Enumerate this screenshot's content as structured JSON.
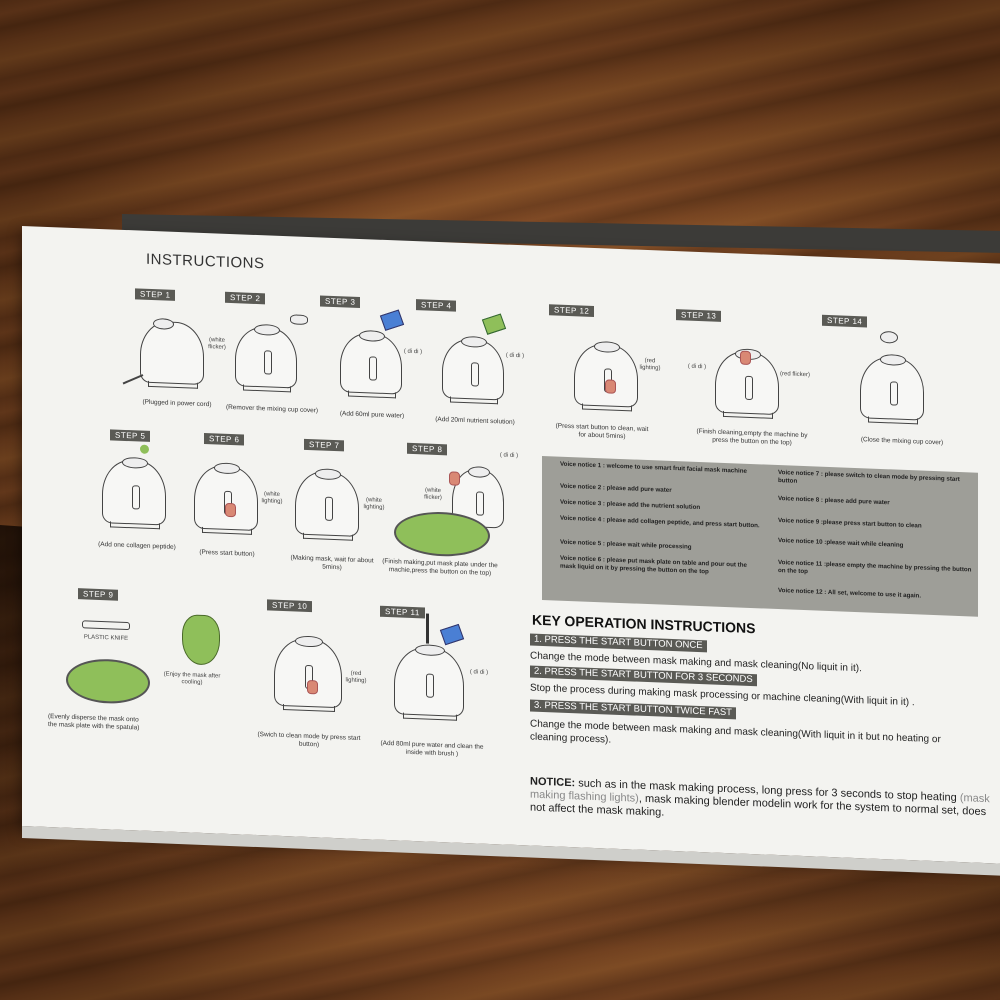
{
  "page": {
    "title": "INSTRUCTIONS",
    "steps": [
      {
        "label": "STEP 1",
        "caption": "(Plugged in power cord)"
      },
      {
        "label": "STEP 2",
        "caption": "(Remover the mixing cup cover)"
      },
      {
        "label": "STEP 3",
        "caption": "(Add 60ml pure water)"
      },
      {
        "label": "STEP 4",
        "caption": "(Add 20ml nutrient solution)"
      },
      {
        "label": "STEP 12",
        "caption": "(Press start button to clean, wait for about 5mins)"
      },
      {
        "label": "STEP 13",
        "caption": "(Finish cleaning,empty the machine by press the button on the top)"
      },
      {
        "label": "STEP 14",
        "caption": "(Close the mixing cup cover)"
      },
      {
        "label": "STEP 5",
        "caption": "(Add one collagen peptide)"
      },
      {
        "label": "STEP 6",
        "caption": "(Press start button)"
      },
      {
        "label": "STEP 7",
        "caption": "(Making mask, wait for about 5mins)"
      },
      {
        "label": "STEP 8",
        "caption": "(Finish making,put mask plate under the machie,press the button on the top)"
      },
      {
        "label": "STEP 9",
        "caption": "(Evenly disperse the mask onto the mask plate with the spatula)"
      },
      {
        "label": "STEP 10",
        "caption": "(Swich to clean mode by press start button)"
      },
      {
        "label": "STEP 11",
        "caption": "(Add 80ml pure water and clean the inside with brush )"
      }
    ],
    "small_labels": {
      "white_flicker": "(white flicker)",
      "white_lighting": "(white lighting)",
      "red_lighting": "(red lighting)",
      "red_flicker": "(red flicker)",
      "di_di": "( di di )",
      "plastic_knife": "PLASTIC KNIFE",
      "enjoy": "(Enjoy the mask after cooling)"
    },
    "voice_notices": {
      "left": [
        "Voice notice 1 : welcome to use smart fruit facial mask machine",
        "Voice notice 2 : please add pure water",
        "Voice notice 3 : please add the nutrient solution",
        "Voice notice 4 : please add collagen peptide, and press start button.",
        "Voice notice 5 : please wait while processing",
        "Voice notice 6 : please put mask plate on table and pour out the mask liquid on it by pressing the button on the top"
      ],
      "right": [
        "Voice notice 7 : please switch to clean mode by pressing start button",
        "Voice notice 8 : please add pure water",
        "Voice notice 9 :please press start button to clean",
        "Voice notice 10 :please wait while cleaning",
        "Voice notice 11 :please empty the machine by pressing the button on the top",
        "Voice notice 12 : All set, welcome to use it again."
      ]
    },
    "key_ops": {
      "heading": "KEY OPERATION INSTRUCTIONS",
      "items": [
        {
          "bar": "1. PRESS THE START BUTTON ONCE",
          "desc": "Change the mode between mask making and mask cleaning(No liquit in it)."
        },
        {
          "bar": "2. PRESS THE START BUTTON FOR 3 SECONDS",
          "desc": "Stop the process during making mask processing or machine cleaning(With liquit in it) ."
        },
        {
          "bar": "3. PRESS THE START BUTTON TWICE FAST",
          "desc": "Change the mode between mask making and mask cleaning(With liquit in it but no heating or cleaning process)."
        }
      ]
    },
    "notice": {
      "label": "NOTICE:",
      "text1": " such as in the mask making process, long press for 3 seconds to stop heating ",
      "grey": "(mask making flashing lights)",
      "text2": ", mask making blender modelin work for the system to normal set, does not affect the mask making."
    },
    "colors": {
      "box": "#f3f3f0",
      "step_tag": "#5a5a55",
      "voice_panel": "#9e9e98",
      "mask_green": "#8fbf5a",
      "water_blue": "#4a7fd4"
    }
  }
}
